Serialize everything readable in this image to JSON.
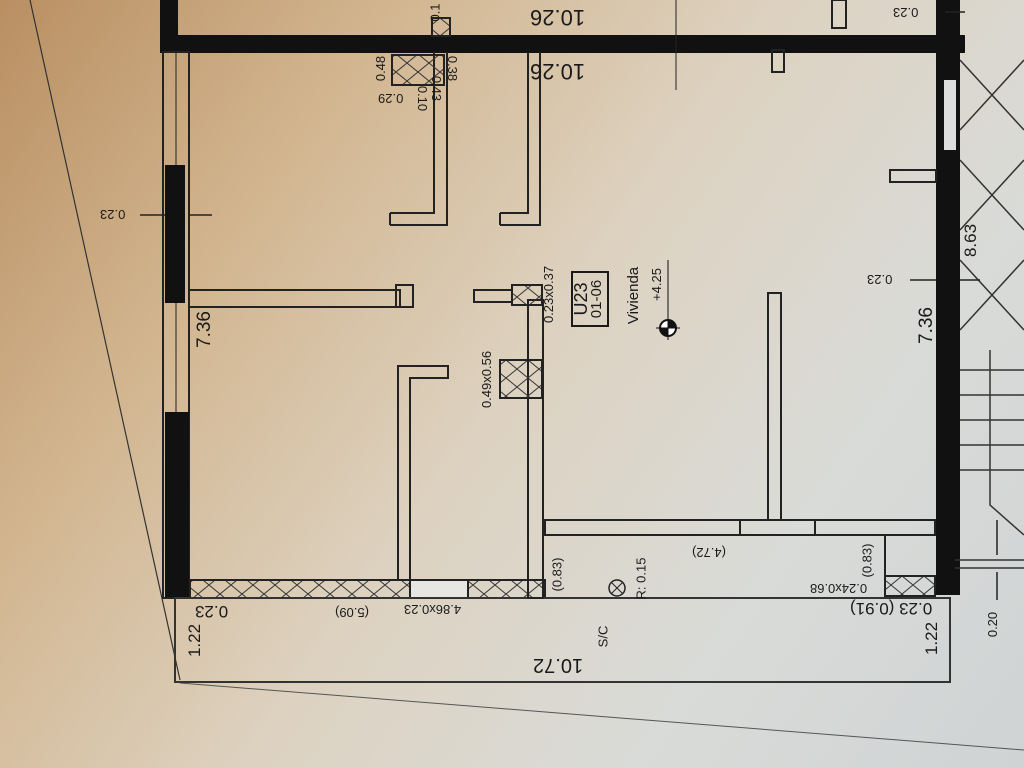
{
  "plan": {
    "dim_top_outer": "10.26",
    "dim_top_inner": "10.26",
    "dim_top_right": "0.23",
    "dim_top_small": "0.1",
    "shaft_dims": [
      "0.48",
      "0.29",
      "0.10",
      "0.43",
      "0.38"
    ],
    "dim_left_wall": "0.23",
    "dim_left_height": "7.36",
    "dim_right_height": "7.36",
    "dim_right_wall": "0.23",
    "dim_stair": "8.63",
    "column_a": "0.23x0.37",
    "column_b": "0.49x0.56",
    "unit_code": "U23",
    "unit_number": "01-06",
    "unit_type": "Vivienda",
    "level": "+4.25",
    "dim_083_left": "(0.83)",
    "radius": "R: 0.15",
    "dim_472": "(4.72)",
    "dim_083_right": "(0.83)",
    "vent_right": "0.24x0.68",
    "dim_right_bottom": "0.23 (0.91)",
    "dim_122_right": "1.22",
    "dim_122_left": "1.22",
    "dim_023_bottom_left": "0.23",
    "dim_balcony": "10.72",
    "balcony_label": "S/C",
    "vent_left": "4.86x0.23",
    "dim_509": "(5.09)",
    "dim_020": "0.20"
  }
}
